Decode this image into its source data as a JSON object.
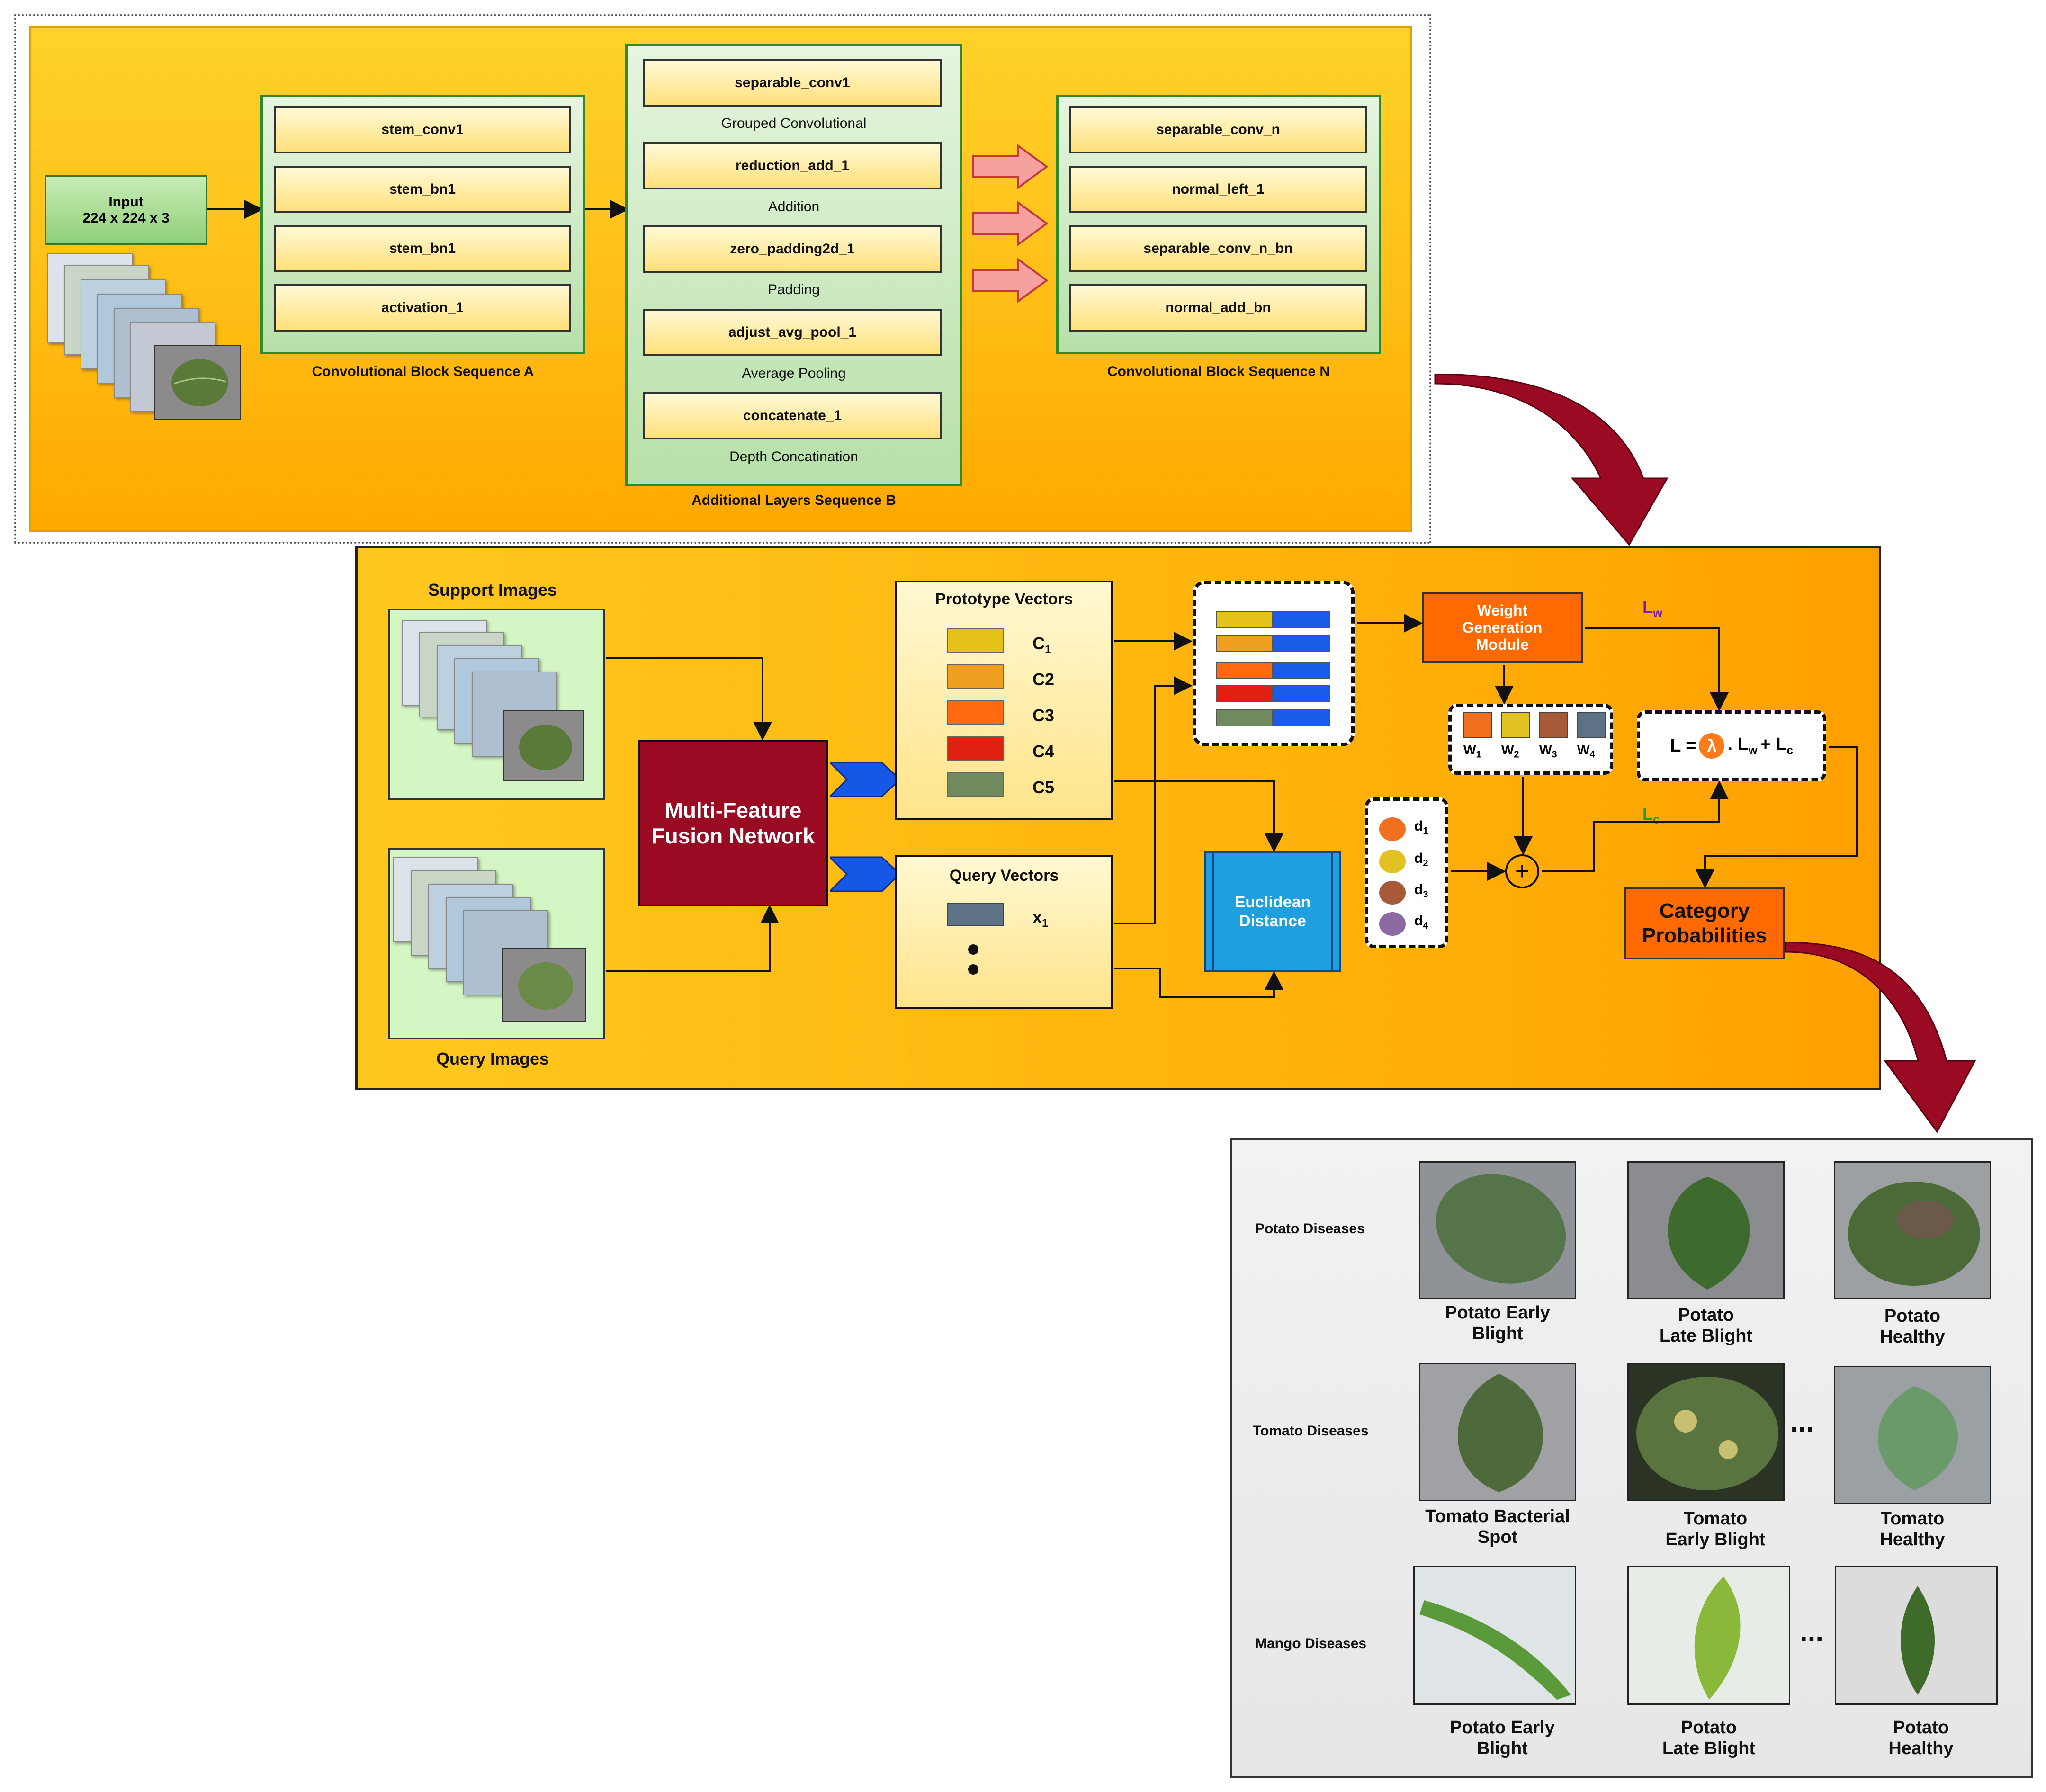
{
  "input": {
    "title": "Input",
    "dims": "224 x 224 x 3"
  },
  "seq_a": {
    "layers": [
      "stem_conv1",
      "stem_bn1",
      "stem_bn1",
      "activation_1"
    ],
    "caption": "Convolutional Block Sequence A"
  },
  "seq_b": {
    "layers": [
      {
        "name": "separable_conv1",
        "desc": "Grouped Convolutional"
      },
      {
        "name": "reduction_add_1",
        "desc": "Addition"
      },
      {
        "name": "zero_padding2d_1",
        "desc": "Padding"
      },
      {
        "name": "adjust_avg_pool_1",
        "desc": "Average Pooling"
      },
      {
        "name": "concatenate_1",
        "desc": "Depth Concatination"
      }
    ],
    "caption": "Additional Layers Sequence B"
  },
  "seq_n": {
    "layers": [
      "separable_conv_n",
      "normal_left_1",
      "separable_conv_n_bn",
      "normal_add_bn"
    ],
    "caption": "Convolutional Block Sequence N"
  },
  "support_label": "Support Images",
  "query_label": "Query Images",
  "mffn_label": "Multi-Feature Fusion Network",
  "prototype": {
    "title": "Prototype Vectors",
    "items": [
      {
        "label": "C",
        "sub": "1",
        "color": "#e4c21a"
      },
      {
        "label": "C2",
        "sub": "",
        "color": "#f0a020"
      },
      {
        "label": "C3",
        "sub": "",
        "color": "#ff6a10"
      },
      {
        "label": "C4",
        "sub": "",
        "color": "#e02010"
      },
      {
        "label": "C5",
        "sub": "",
        "color": "#6e8a5e"
      }
    ]
  },
  "query_vectors": {
    "title": "Query Vectors",
    "x_label": "x",
    "x_sub": "1",
    "color": "#5f7388"
  },
  "euclid_label": "Euclidean Distance",
  "weight_module": "Weight Generation Module",
  "weights": [
    {
      "label": "W",
      "sub": "1",
      "color": "#f07020"
    },
    {
      "label": "W",
      "sub": "2",
      "color": "#e2c222"
    },
    {
      "label": "W",
      "sub": "3",
      "color": "#a85a38"
    },
    {
      "label": "W",
      "sub": "4",
      "color": "#5d7285"
    }
  ],
  "distances": [
    {
      "label": "d",
      "sub": "1",
      "color": "#f07020"
    },
    {
      "label": "d",
      "sub": "2",
      "color": "#e2c222"
    },
    {
      "label": "d",
      "sub": "3",
      "color": "#a85a38"
    },
    {
      "label": "d",
      "sub": "4",
      "color": "#8a6aa0"
    }
  ],
  "lw": {
    "label": "L",
    "sub": "w"
  },
  "lc": {
    "label": "L",
    "sub": "c"
  },
  "loss": {
    "lhs": "L =",
    "lambda": "λ",
    "mid": ". L",
    "mid_sub": "w",
    "plus": "+ L",
    "plus_sub": "c"
  },
  "category_label": "Category Probabilities",
  "results": {
    "rows": [
      {
        "label": "Potato Diseases",
        "items": [
          [
            "Potato Early",
            "Blight"
          ],
          [
            "Potato",
            "Late Blight"
          ],
          [
            "Potato",
            "Healthy"
          ]
        ]
      },
      {
        "label": "Tomato Diseases",
        "items": [
          [
            "Tomato Bacterial",
            "Spot"
          ],
          [
            "Tomato",
            "Early Blight"
          ],
          [
            "Tomato",
            "Healthy"
          ]
        ]
      },
      {
        "label": "Mango Diseases",
        "items": [
          [
            "Potato Early",
            "Blight"
          ],
          [
            "Potato",
            "Late Blight"
          ],
          [
            "Potato",
            "Healthy"
          ]
        ]
      }
    ],
    "ellipsis": "..."
  }
}
